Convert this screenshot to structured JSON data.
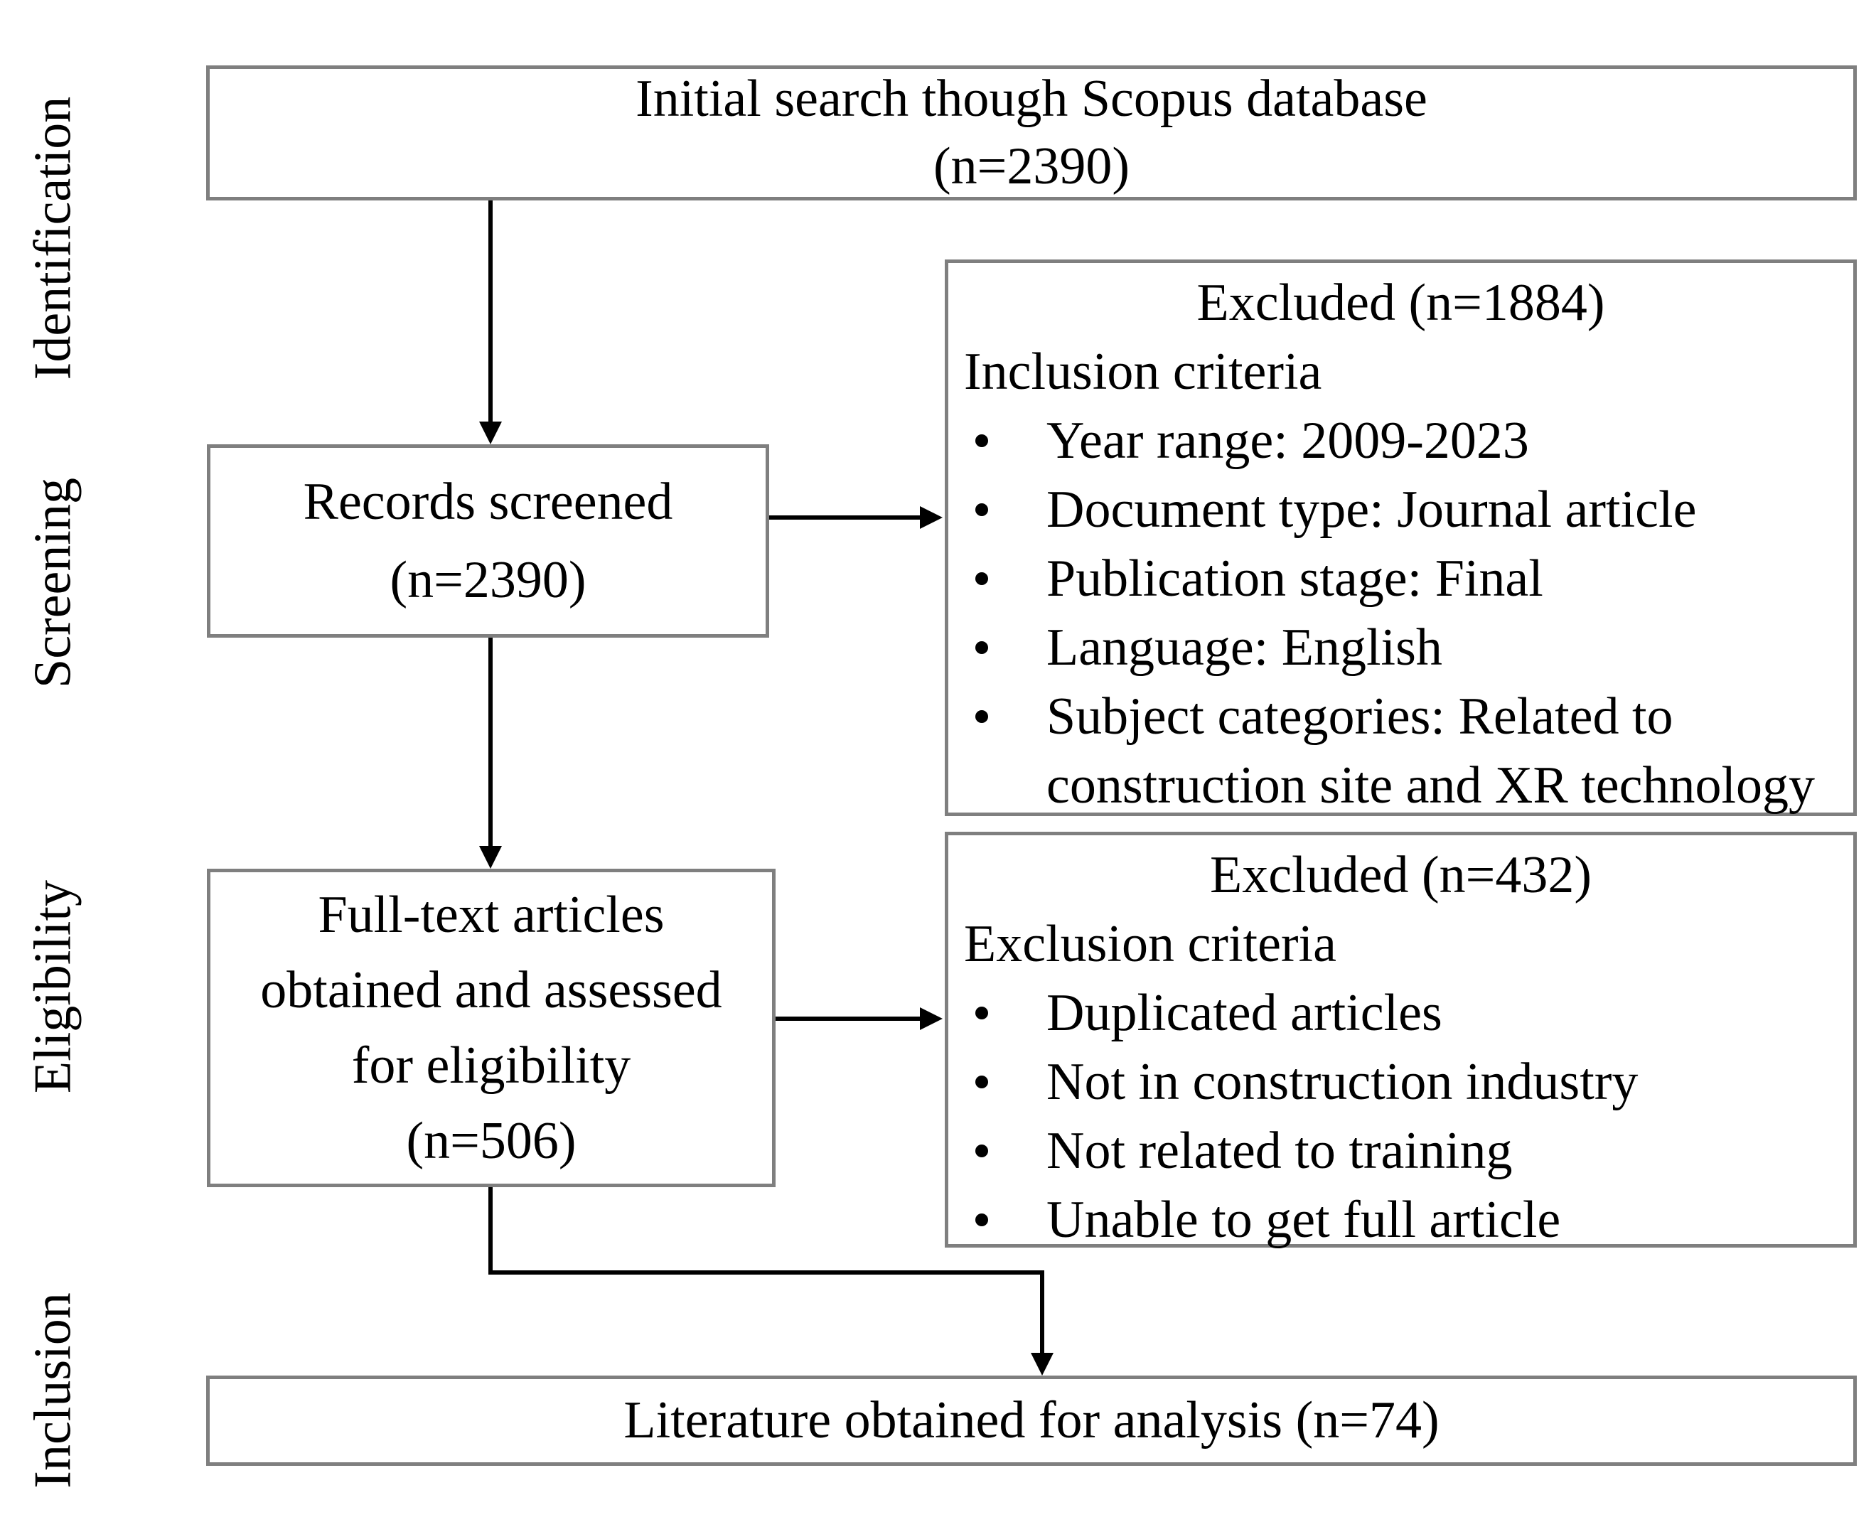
{
  "diagram": {
    "stage_labels": [
      "Identification",
      "Screening",
      "Eligibility",
      "Inclusion"
    ],
    "boxes": {
      "initial_search": {
        "lines": [
          "Initial search though Scopus database",
          "(n=2390)"
        ]
      },
      "records_screened": {
        "lines": [
          "Records screened",
          "(n=2390)"
        ]
      },
      "excluded_screening": {
        "title": "Excluded (n=1884)",
        "heading": "Inclusion criteria",
        "criteria": [
          "Year range: 2009-2023",
          "Document type: Journal article",
          "Publication stage: Final",
          "Language: English",
          "Subject categories: Related to construction site and XR technology"
        ]
      },
      "full_text": {
        "lines": [
          "Full-text articles",
          "obtained and assessed",
          "for eligibility",
          "(n=506)"
        ]
      },
      "excluded_eligibility": {
        "title": "Excluded (n=432)",
        "heading": "Exclusion criteria",
        "criteria": [
          "Duplicated articles",
          "Not in construction industry",
          "Not related to training",
          "Unable to get full article"
        ]
      },
      "literature_final": {
        "lines": [
          "Literature obtained for analysis (n=74)"
        ]
      }
    },
    "colors": {
      "box_border": "#7f7f7f",
      "arrow": "#000000",
      "text": "#000000",
      "background": "#ffffff"
    }
  }
}
